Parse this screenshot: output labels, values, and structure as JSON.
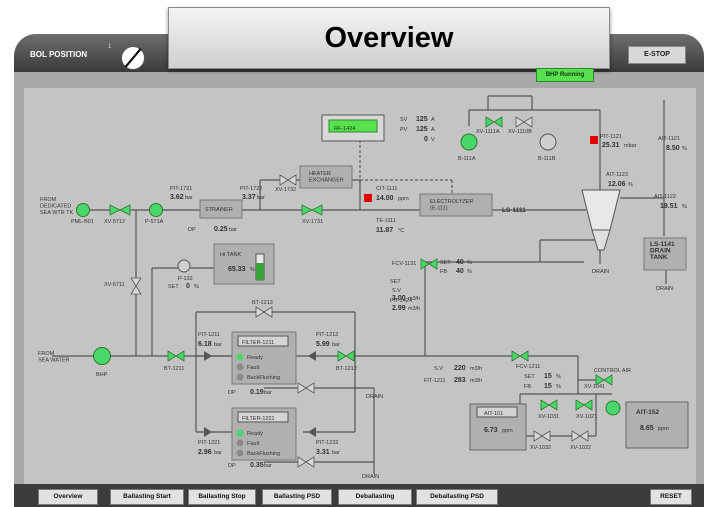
{
  "header": {
    "title": "Overview",
    "control_label": "BOL POSITION",
    "control_sublabel": "1",
    "estop_label": "E-STOP",
    "status_badge": "BHP Running"
  },
  "colors": {
    "pump_running": "#49d66a",
    "alarm": "#e00000",
    "tank_fill": "#3aa23a",
    "status": "#59e04f"
  },
  "process": {
    "inlets": {
      "dedicated": "FROM\nDEDICATED\nSEA WTR TK",
      "sea_water": "FROM\nSEA WATER"
    },
    "equip": {
      "pml": "PML-B01",
      "xv5712": "XV-5712",
      "p571a": "P-571A",
      "strainer": "STRAINER",
      "heat_exchanger": "HEATER\nEXCHANGER",
      "xv1732": "XV-1732",
      "xv1731": "XV-1731",
      "electrolyzer": "ELECTROLYZER\n(E-111)",
      "rf_box": "RF-1424",
      "xv1111a": "XV-1111A",
      "xv1110b": "XV-1110B",
      "b111a": "B-111A",
      "b111b": "B-111B",
      "xv5711": "XV-5711",
      "hi_tank": "HI TANK",
      "p132": "P-132",
      "bt1213": "BT-1213",
      "filter1": "FILTER-1211",
      "filter2": "FILTER-1221",
      "bhp": "BHP",
      "bt1211": "BT-1211",
      "bt1212": "BT-1212",
      "fcv1131": "FCV-1131",
      "fcv1211": "FCV-1211",
      "sv": "S.V",
      "xv1041": "XV-1041",
      "xv1031": "XV-1031",
      "xv1021": "XV-1021",
      "xv1032": "XV-1032",
      "xv1022": "XV-1022",
      "ait101": "AIT-101",
      "ait152": "AIT-152",
      "control_air": "CONTROL AIR",
      "drain": "DRAIN",
      "drain_tank": "LS-1141\nDRAIN\nTANK",
      "ls1111": "LS-1111"
    },
    "readings": {
      "pit1721": {
        "tag": "PIT-1721",
        "value": "3.62",
        "unit": "bar"
      },
      "pit1722": {
        "tag": "PIT-1722",
        "value": "3.37",
        "unit": "bar"
      },
      "strainer_dp": {
        "tag": "DP",
        "value": "0.25",
        "unit": "bar"
      },
      "sv": {
        "tag": "SV",
        "value": "125",
        "unit": "A"
      },
      "pv": {
        "tag": "PV",
        "value": "125",
        "unit": "A"
      },
      "volt": {
        "tag": "",
        "value": "0",
        "unit": "V"
      },
      "cit1111": {
        "tag": "CIT-1111",
        "value": "14.00",
        "unit": "ppm"
      },
      "te1111": {
        "tag": "TE-1111",
        "value": "11.87",
        "unit": "°C"
      },
      "pit1121": {
        "tag": "PIT-1121",
        "value": "25.31",
        "unit": "mbar"
      },
      "ait1123": {
        "tag": "AIT-1123",
        "value": "12.06",
        "unit": "%"
      },
      "ait1121": {
        "tag": "AIT-1121",
        "value": "8.50",
        "unit": "%"
      },
      "ait1122": {
        "tag": "AIT-1122",
        "value": "19.51",
        "unit": "%"
      },
      "hi_tank_level": {
        "tag": "",
        "value": "65.33",
        "unit": "%"
      },
      "p132_set": {
        "tag": "SET",
        "value": "0",
        "unit": "%"
      },
      "fcv1131_set": {
        "tag": "SET",
        "value": "40",
        "unit": "%"
      },
      "fcv1131_fb": {
        "tag": "FB",
        "value": "40",
        "unit": "%"
      },
      "sv_flow": {
        "tag": "S.V",
        "value": "3.00",
        "unit": "m3/h"
      },
      "fit1424": {
        "tag": "FIT-1424",
        "value": "2.99",
        "unit": "m3/h"
      },
      "pit1211": {
        "tag": "PIT-1211",
        "value": "6.18",
        "unit": "bar"
      },
      "pit1212": {
        "tag": "PIT-1212",
        "value": "5.99",
        "unit": "bar"
      },
      "filter1_dp": {
        "tag": "DP",
        "value": "0.19",
        "unit": "bar"
      },
      "pit1221": {
        "tag": "PIT-1221",
        "value": "2.96",
        "unit": "bar"
      },
      "pit1222": {
        "tag": "PIT-1222",
        "value": "3.31",
        "unit": "bar"
      },
      "filter2_dp": {
        "tag": "DP",
        "value": "0.35",
        "unit": "bar"
      },
      "flow_sv": {
        "tag": "S.V",
        "value": "220",
        "unit": "m3/h"
      },
      "fit1211": {
        "tag": "FIT-1211",
        "value": "283",
        "unit": "m3/h"
      },
      "fcv1211_set": {
        "tag": "SET",
        "value": "15",
        "unit": "%"
      },
      "fcv1211_fb": {
        "tag": "FB",
        "value": "15",
        "unit": "%"
      },
      "ait101_val": {
        "tag": "",
        "value": "6.73",
        "unit": "ppm"
      },
      "ait152_val": {
        "tag": "",
        "value": "8.65",
        "unit": "ppm"
      }
    },
    "filter_states": [
      "Ready",
      "Fault",
      "BackFlushing"
    ]
  },
  "hi_tank_fill": 0.65,
  "footer": {
    "buttons": [
      "Overview",
      "Ballasting Start",
      "Ballasting Stop",
      "Ballasting PSD",
      "Deballasting",
      "Deballasting PSD",
      "RESET"
    ]
  }
}
